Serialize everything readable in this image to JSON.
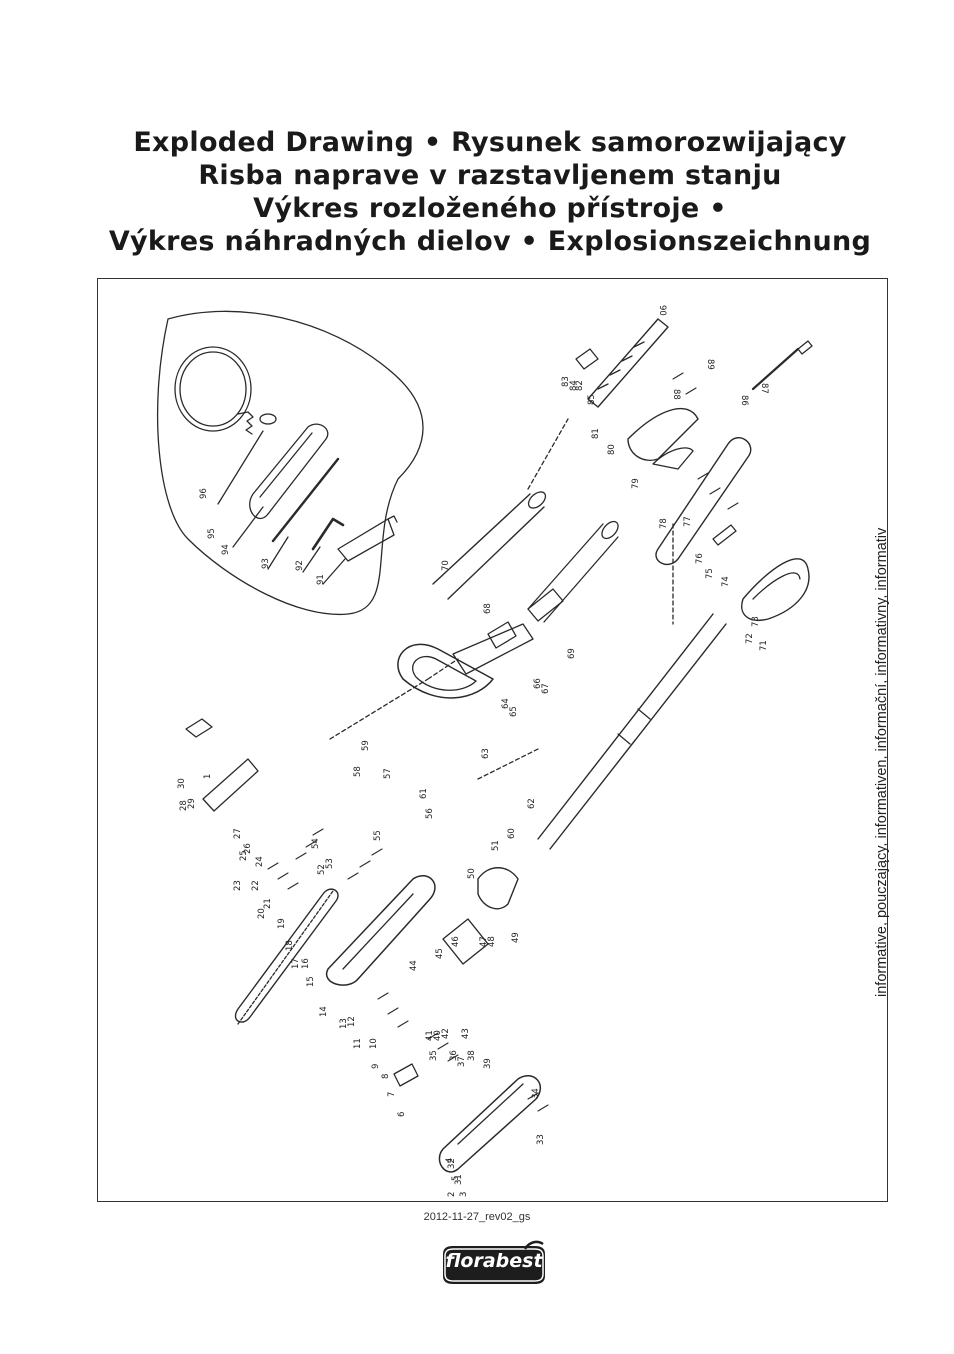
{
  "title_lines": [
    "Exploded Drawing • Rysunek samorozwijający",
    "Risba naprave v razstavljenem stanju",
    "Výkres rozloženého přístroje •",
    "Výkres náhradných dielov • Explosionszeichnung"
  ],
  "side_note": "informative, pouczający, informativen, informační, informativny, informativ",
  "revision": "2012-11-27_rev02_gs",
  "brand": "florabest",
  "parts": {
    "p1": "1",
    "p2": "2",
    "p3": "3",
    "p4": "4",
    "p5": "5",
    "p6": "6",
    "p7": "7",
    "p8": "8",
    "p9": "9",
    "p10": "10",
    "p11": "11",
    "p12": "12",
    "p13": "13",
    "p14": "14",
    "p15": "15",
    "p16": "16",
    "p17": "17",
    "p18": "18",
    "p19": "19",
    "p20": "20",
    "p21": "21",
    "p22": "22",
    "p23": "23",
    "p24": "24",
    "p25": "25",
    "p26": "26",
    "p27": "27",
    "p28": "28",
    "p29": "29",
    "p30": "30",
    "p31": "31",
    "p32": "32",
    "p33": "33",
    "p34": "34",
    "p35": "35",
    "p36": "36",
    "p37": "37",
    "p38": "38",
    "p39": "39",
    "p40": "40",
    "p41": "41",
    "p42": "42",
    "p43": "43",
    "p44": "44",
    "p45": "45",
    "p46": "46",
    "p47": "47",
    "p48": "48",
    "p49": "49",
    "p50": "50",
    "p51": "51",
    "p52": "52",
    "p53": "53",
    "p54": "54",
    "p55": "55",
    "p56": "56",
    "p57": "57",
    "p58": "58",
    "p59": "59",
    "p60": "60",
    "p61": "61",
    "p62": "62",
    "p63": "63",
    "p64": "64",
    "p65": "65",
    "p66": "66",
    "p67": "67",
    "p68": "68",
    "p69": "69",
    "p70": "70",
    "p71": "71",
    "p72": "72",
    "p73": "73",
    "p74": "74",
    "p75": "75",
    "p76": "76",
    "p77": "77",
    "p78": "78",
    "p79": "79",
    "p80": "80",
    "p81": "81",
    "p82": "82",
    "p83": "83",
    "p84": "84",
    "p85": "85",
    "p86": "86",
    "p87": "87",
    "p88": "88",
    "p89": "89",
    "p90": "90",
    "p91": "91",
    "p92": "92",
    "p93": "93",
    "p94": "94",
    "p95": "95",
    "p96": "96"
  }
}
